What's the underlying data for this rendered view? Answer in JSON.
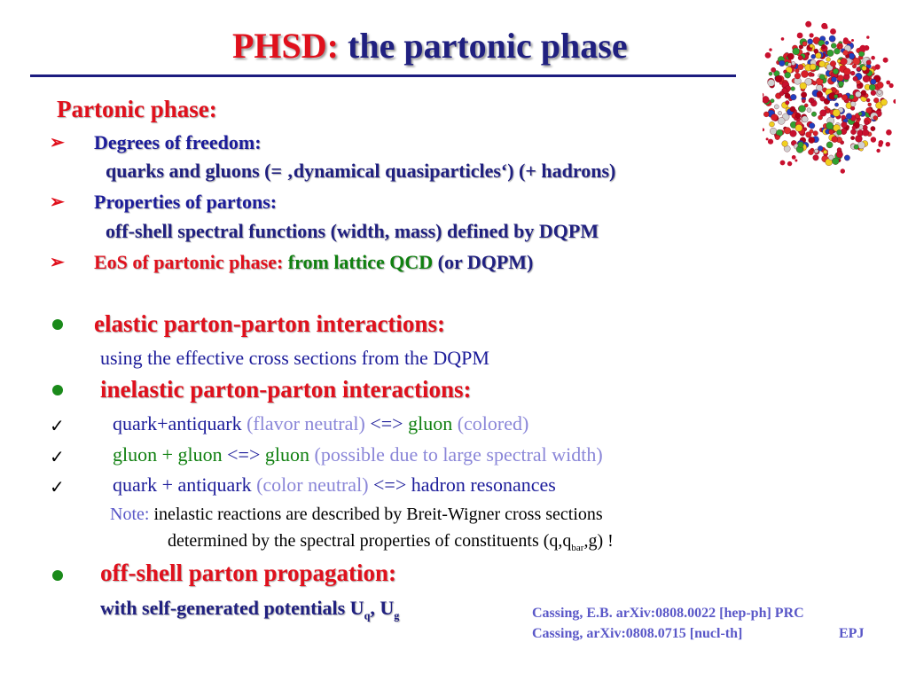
{
  "title": {
    "part1": "PHSD:",
    "part2": "the partonic phase"
  },
  "heading": "Partonic phase:",
  "bullets": [
    {
      "label": "Degrees of freedom:",
      "detail": "quarks and gluons (= ‚dynamical quasiparticles‘) (+ hadrons)"
    },
    {
      "label": "Properties of partons:",
      "detail": "off-shell spectral functions (width, mass) defined by DQPM"
    },
    {
      "label": "EoS of partonic phase:",
      "detail1": "from lattice QCD",
      "detail2": "(or DQPM)"
    }
  ],
  "elastic": {
    "heading": "elastic parton-parton interactions:",
    "detail": "using the effective cross sections from the DQPM"
  },
  "inelastic": {
    "heading": "inelastic parton-parton interactions:",
    "items": [
      {
        "a": "quark+antiquark",
        "b": "(flavor neutral)",
        "op": "<=>",
        "c": "gluon",
        "d": "(colored)"
      },
      {
        "a": "gluon + gluon",
        "op": "<=>",
        "c": "gluon",
        "d": "(possible due to large spectral width)"
      },
      {
        "a": "quark + antiquark",
        "b": "(color neutral)",
        "op": "<=>",
        "c": "hadron resonances"
      }
    ],
    "note_label": "Note:",
    "note_line1": "inelastic reactions are described by  Breit-Wigner cross sections",
    "note_line2_a": "determined  by the spectral properties of constituents (q,q",
    "note_line2_sub": "bar",
    "note_line2_b": ",g) !"
  },
  "propagation": {
    "heading": "off-shell parton propagation:",
    "detail_a": "with self-generated potentials U",
    "sub_q": "q",
    "sep": ", U",
    "sub_g": "g"
  },
  "citations": {
    "line1": "Cassing, E.B. arXiv:0808.0022 [hep-ph] PRC",
    "line2a": "Cassing,  arXiv:0808.0715 [nucl-th]",
    "line2b": "EPJ"
  },
  "colors": {
    "red": "#e0101c",
    "blue": "#1c1c9a",
    "green": "#108010",
    "light": "#8a86d8",
    "bullet": "#1a8a1a"
  }
}
